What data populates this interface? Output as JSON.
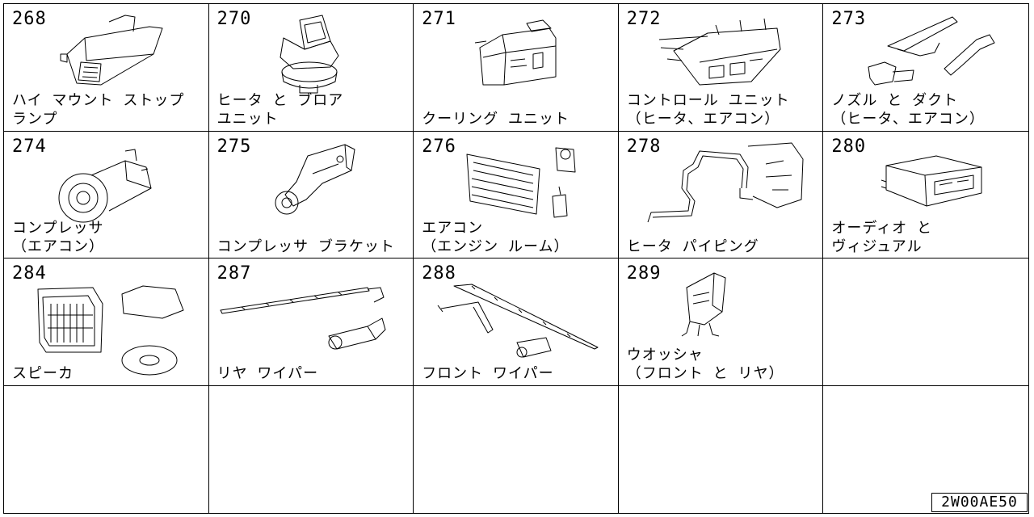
{
  "catalog_code": "2W00AE50",
  "sections": [
    {
      "number": "268",
      "label": "ハイ マウント ストップ\nランプ",
      "icon": "high-mount-stop-lamp"
    },
    {
      "number": "270",
      "label": "ヒータ と ブロア\nユニット",
      "icon": "heater-blower-unit"
    },
    {
      "number": "271",
      "label": "\nクーリング ユニット",
      "icon": "cooling-unit"
    },
    {
      "number": "272",
      "label": "コントロール ユニット\n（ヒータ、エアコン）",
      "icon": "control-unit"
    },
    {
      "number": "273",
      "label": "ノズル と ダクト\n（ヒータ、エアコン）",
      "icon": "nozzle-duct"
    },
    {
      "number": "274",
      "label": "コンプレッサ\n（エアコン）",
      "icon": "compressor"
    },
    {
      "number": "275",
      "label": "\nコンプレッサ ブラケット",
      "icon": "compressor-bracket"
    },
    {
      "number": "276",
      "label": "エアコン\n（エンジン ルーム）",
      "icon": "aircon-engine-room"
    },
    {
      "number": "278",
      "label": "\nヒータ パイピング",
      "icon": "heater-piping"
    },
    {
      "number": "280",
      "label": "オーディオ と\nヴィジュアル",
      "icon": "audio-visual"
    },
    {
      "number": "284",
      "label": "\nスピーカ",
      "icon": "speaker"
    },
    {
      "number": "287",
      "label": "\nリヤ ワイパー",
      "icon": "rear-wiper"
    },
    {
      "number": "288",
      "label": "\nフロント ワイパー",
      "icon": "front-wiper"
    },
    {
      "number": "289",
      "label": "ウオッシャ\n（フロント と リヤ）",
      "icon": "washer"
    }
  ]
}
